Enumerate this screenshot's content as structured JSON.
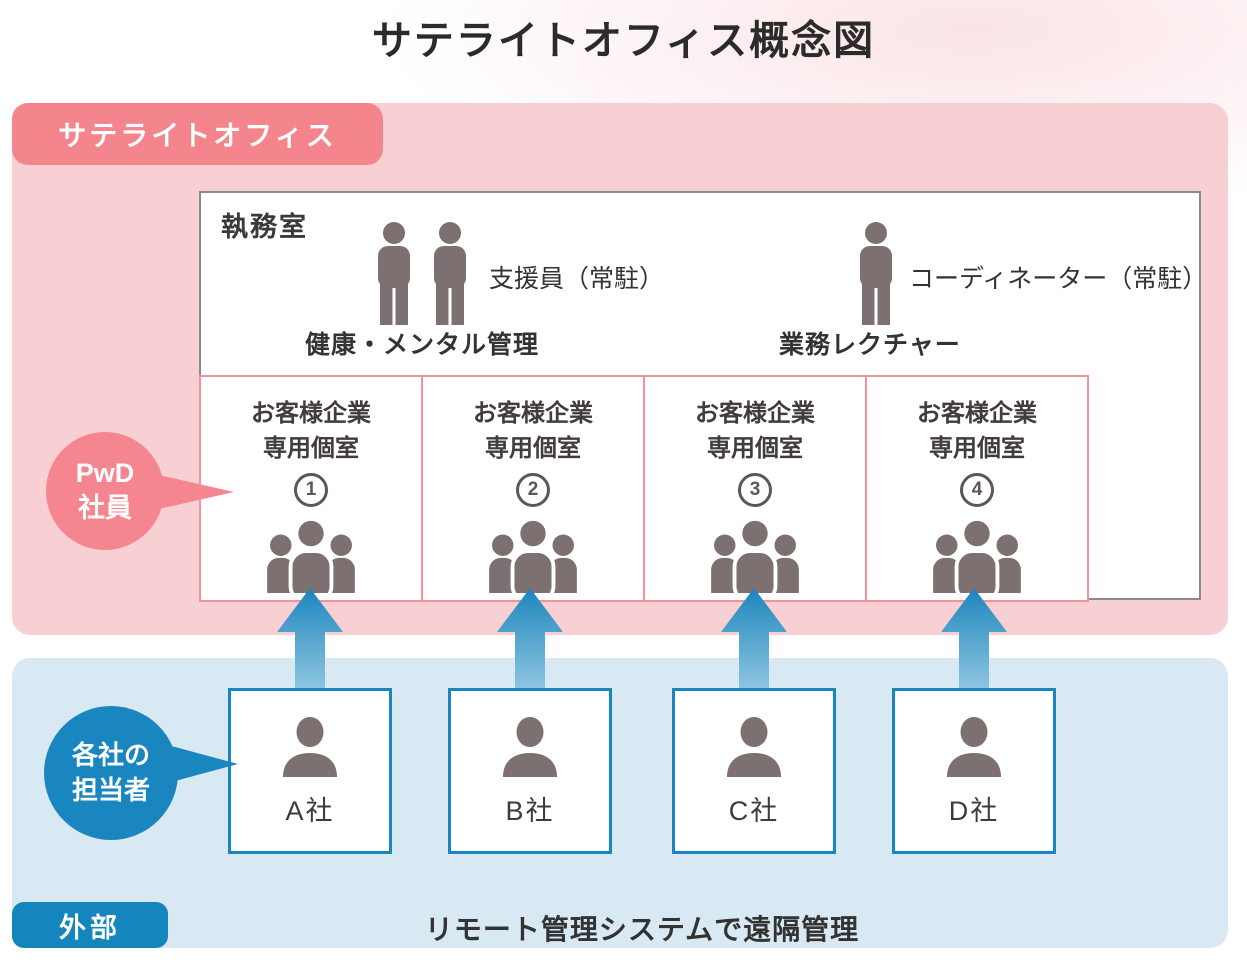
{
  "title": "サテライトオフィス概念図",
  "colors": {
    "pink_region": "#f8cfd2",
    "pink_accent": "#f5858d",
    "blue_region": "#d9e9f3",
    "blue_accent": "#1a86c0",
    "icon_gray": "#7c7070"
  },
  "satellite_section": {
    "label": "サテライトオフィス",
    "office": {
      "label": "執務室",
      "support_staff": {
        "label": "支援員（常駐）",
        "role": "健康・メンタル管理"
      },
      "coordinator": {
        "label": "コーディネーター（常駐）",
        "role": "業務レクチャー"
      }
    },
    "rooms": [
      {
        "line1": "お客様企業",
        "line2": "専用個室",
        "number": "1"
      },
      {
        "line1": "お客様企業",
        "line2": "専用個室",
        "number": "2"
      },
      {
        "line1": "お客様企業",
        "line2": "専用個室",
        "number": "3"
      },
      {
        "line1": "お客様企業",
        "line2": "専用個室",
        "number": "4"
      }
    ],
    "bubble": {
      "line1": "PwD",
      "line2": "社員"
    }
  },
  "external_section": {
    "label": "外部",
    "bubble": {
      "line1": "各社の",
      "line2": "担当者"
    },
    "companies": [
      {
        "label": "A社"
      },
      {
        "label": "B社"
      },
      {
        "label": "C社"
      },
      {
        "label": "D社"
      }
    ],
    "caption": "リモート管理システムで遠隔管理"
  }
}
